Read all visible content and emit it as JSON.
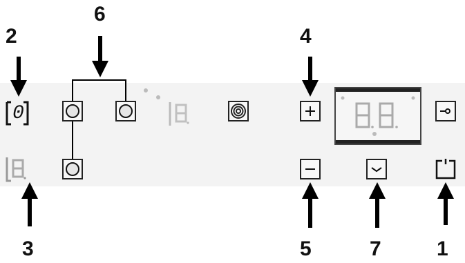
{
  "callouts": {
    "n1": "1",
    "n2": "2",
    "n3": "3",
    "n4": "4",
    "n5": "5",
    "n6": "6",
    "n7": "7"
  },
  "display_left": {
    "zone_digit": "0"
  },
  "icons": {
    "plus": "plus-icon",
    "minus": "minus-icon",
    "key_lock": "key-icon",
    "power": "power-icon",
    "timer": "timer-icon",
    "spiral": "spiral-icon"
  }
}
